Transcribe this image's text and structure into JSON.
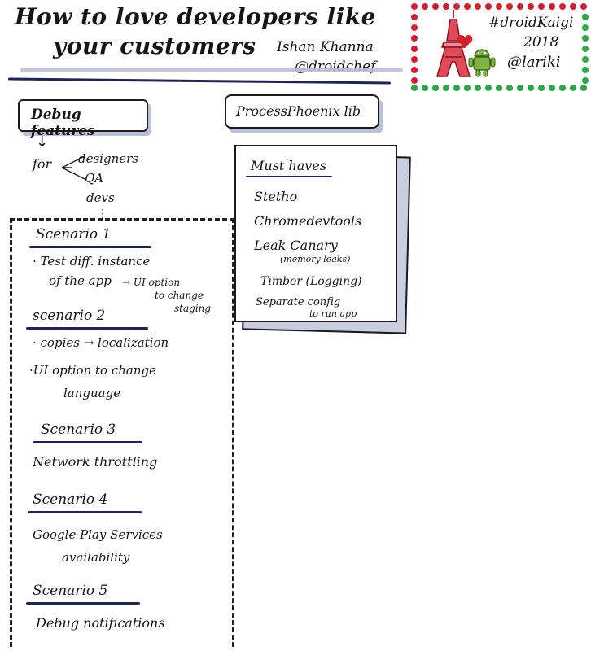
{
  "header": {
    "title_line1": "How to love developers like",
    "title_line2": "your customers",
    "speaker_name": "Ishan Khanna",
    "speaker_handle": "@droidchef"
  },
  "badge": {
    "hashtag": "#droidKaigi",
    "year": "2018",
    "artist": "@lariki",
    "colors": {
      "red": "#d0202c",
      "green": "#2fa64a",
      "android": "#7cb342"
    }
  },
  "left": {
    "heading": "Debug features",
    "for_label": "for",
    "audience": [
      "designers",
      "QA",
      "devs"
    ],
    "scenarios": [
      {
        "title": "Scenario 1",
        "lines": [
          "· Test diff. instance",
          "of the app",
          "→ UI option",
          "to change",
          "staging"
        ]
      },
      {
        "title": "scenario 2",
        "lines": [
          "· copies → localization",
          "·UI option to change",
          "language"
        ]
      },
      {
        "title": "Scenario 3",
        "lines": [
          "Network throttling"
        ]
      },
      {
        "title": "Scenario 4",
        "lines": [
          "Google Play Services",
          "availability"
        ]
      },
      {
        "title": "Scenario 5",
        "lines": [
          "Debug notifications"
        ]
      }
    ]
  },
  "right": {
    "lib_box": "ProcessPhoenix lib",
    "must_haves_title": "Must haves",
    "must_haves": [
      "Stetho",
      "Chromedevtools",
      "Leak Canary",
      "(memory leaks)",
      "Timber (Logging)",
      "Separate config",
      "to run app"
    ]
  }
}
